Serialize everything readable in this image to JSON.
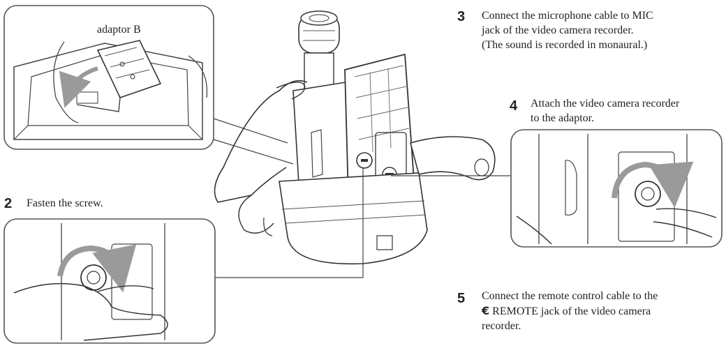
{
  "labels": {
    "adaptor_b": "adaptor B"
  },
  "steps": [
    {
      "number": "2",
      "text": "Fasten the screw."
    },
    {
      "number": "3",
      "text": "Connect the microphone cable to MIC\njack of the video camera recorder.\n(The sound is recorded in monaural.)"
    },
    {
      "number": "4",
      "text": "Attach the video camera recorder\nto the adaptor."
    },
    {
      "number": "5",
      "text_line1_symbol": "€",
      "text_line1": " REMOTE jack of the video camera",
      "text_intro": "Connect the remote control cable to the",
      "text_line3": "recorder."
    }
  ],
  "colors": {
    "line": "#3a3a3a",
    "arrow_fill": "#9a9a9a",
    "panel_border": "#555555"
  },
  "icons": [
    "rotation-arrow-icon",
    "screw-icon",
    "remote-jack-icon"
  ]
}
